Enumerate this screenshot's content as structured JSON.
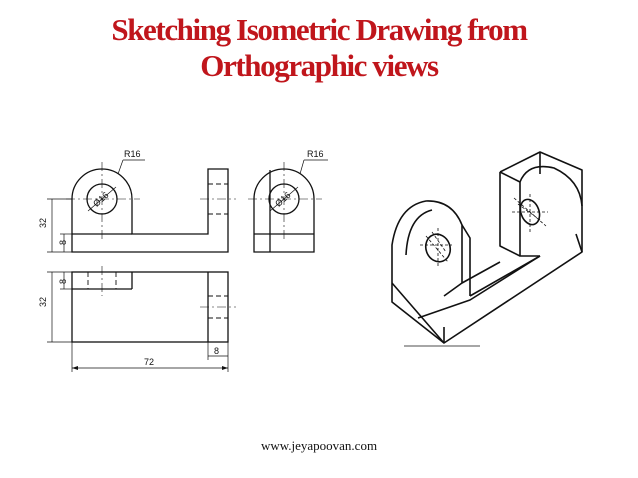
{
  "title": {
    "line1": "Sketching Isometric Drawing from",
    "line2": "Orthographic views"
  },
  "front_view": {
    "radius_label": "R16",
    "diameter_label": "Ø16",
    "height_label": "32",
    "base_label": "8"
  },
  "side_view": {
    "radius_label": "R16",
    "diameter_label": "Ø16"
  },
  "top_view": {
    "depth_label": "32",
    "thickness_label": "8",
    "width_label": "8",
    "length_label": "72"
  },
  "footer": {
    "website": "www.jeyapoovan.com"
  }
}
